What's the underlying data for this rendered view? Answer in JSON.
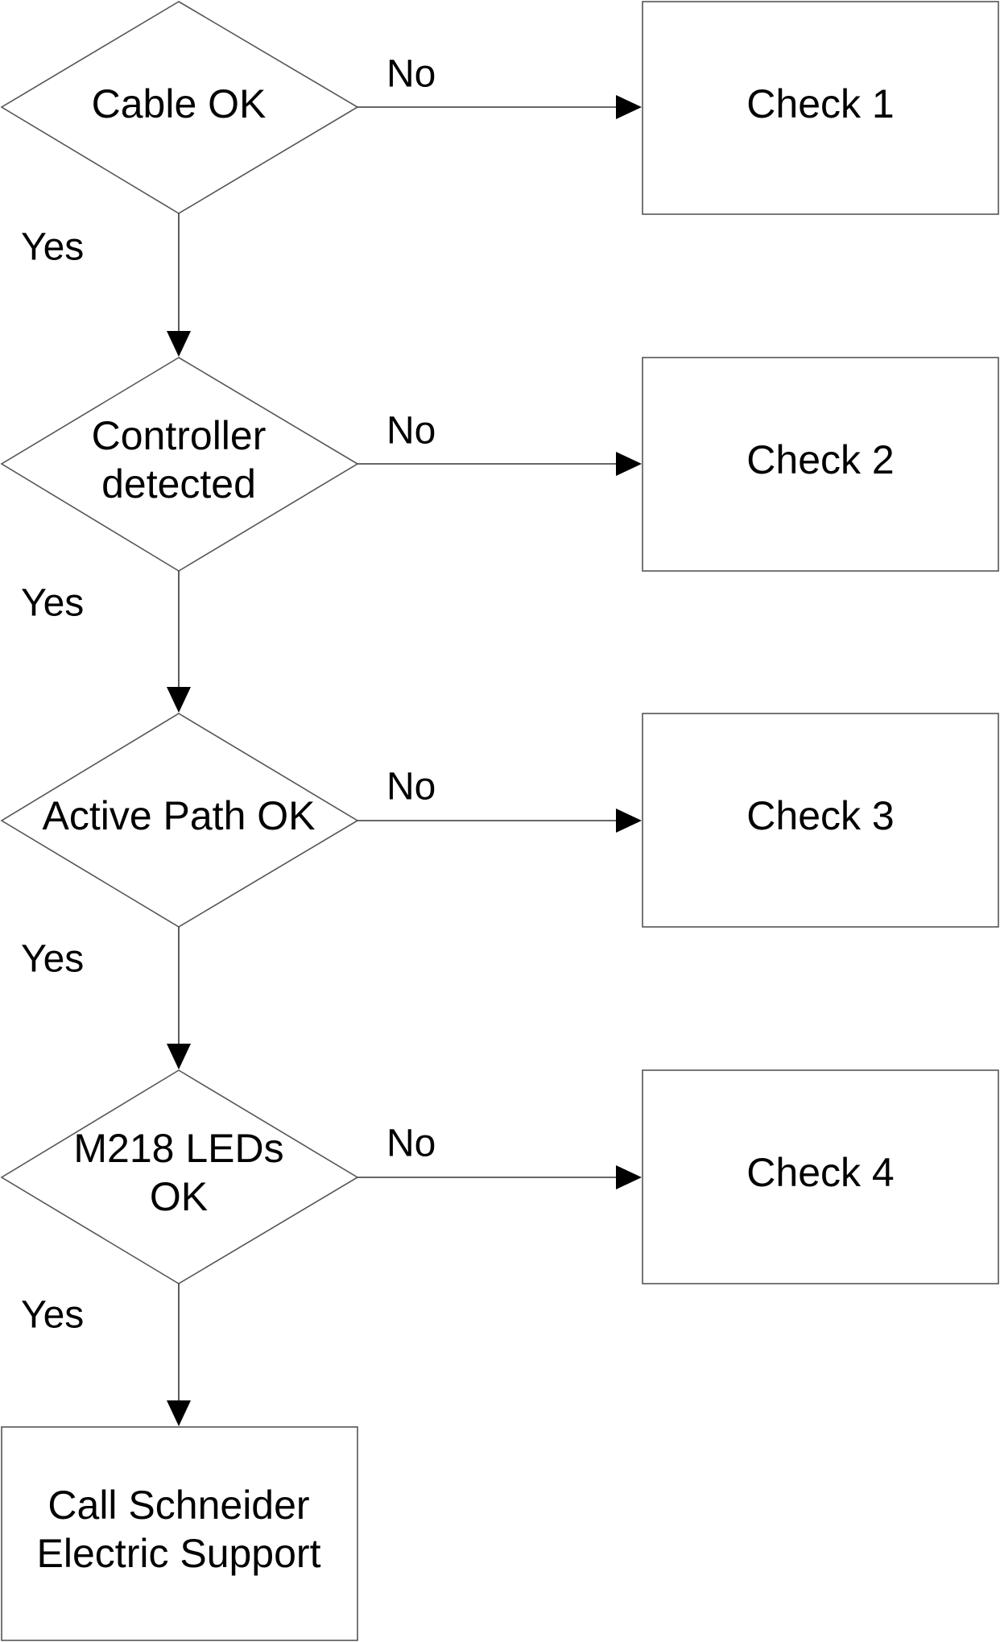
{
  "diagram": {
    "decisions": [
      {
        "lines": [
          "Cable OK"
        ]
      },
      {
        "lines": [
          "Controller",
          "detected"
        ]
      },
      {
        "lines": [
          "Active Path OK"
        ]
      },
      {
        "lines": [
          "M218 LEDs",
          "OK"
        ]
      }
    ],
    "checks": [
      {
        "label": "Check 1"
      },
      {
        "label": "Check 2"
      },
      {
        "label": "Check 3"
      },
      {
        "label": "Check 4"
      }
    ],
    "final_box": {
      "lines": [
        "Call Schneider",
        "Electric Support"
      ]
    },
    "edge_labels": {
      "no": "No",
      "yes": "Yes"
    },
    "colors": {
      "stroke": "#555555",
      "arrow": "#000000",
      "text": "#000000",
      "background": "#ffffff"
    }
  }
}
